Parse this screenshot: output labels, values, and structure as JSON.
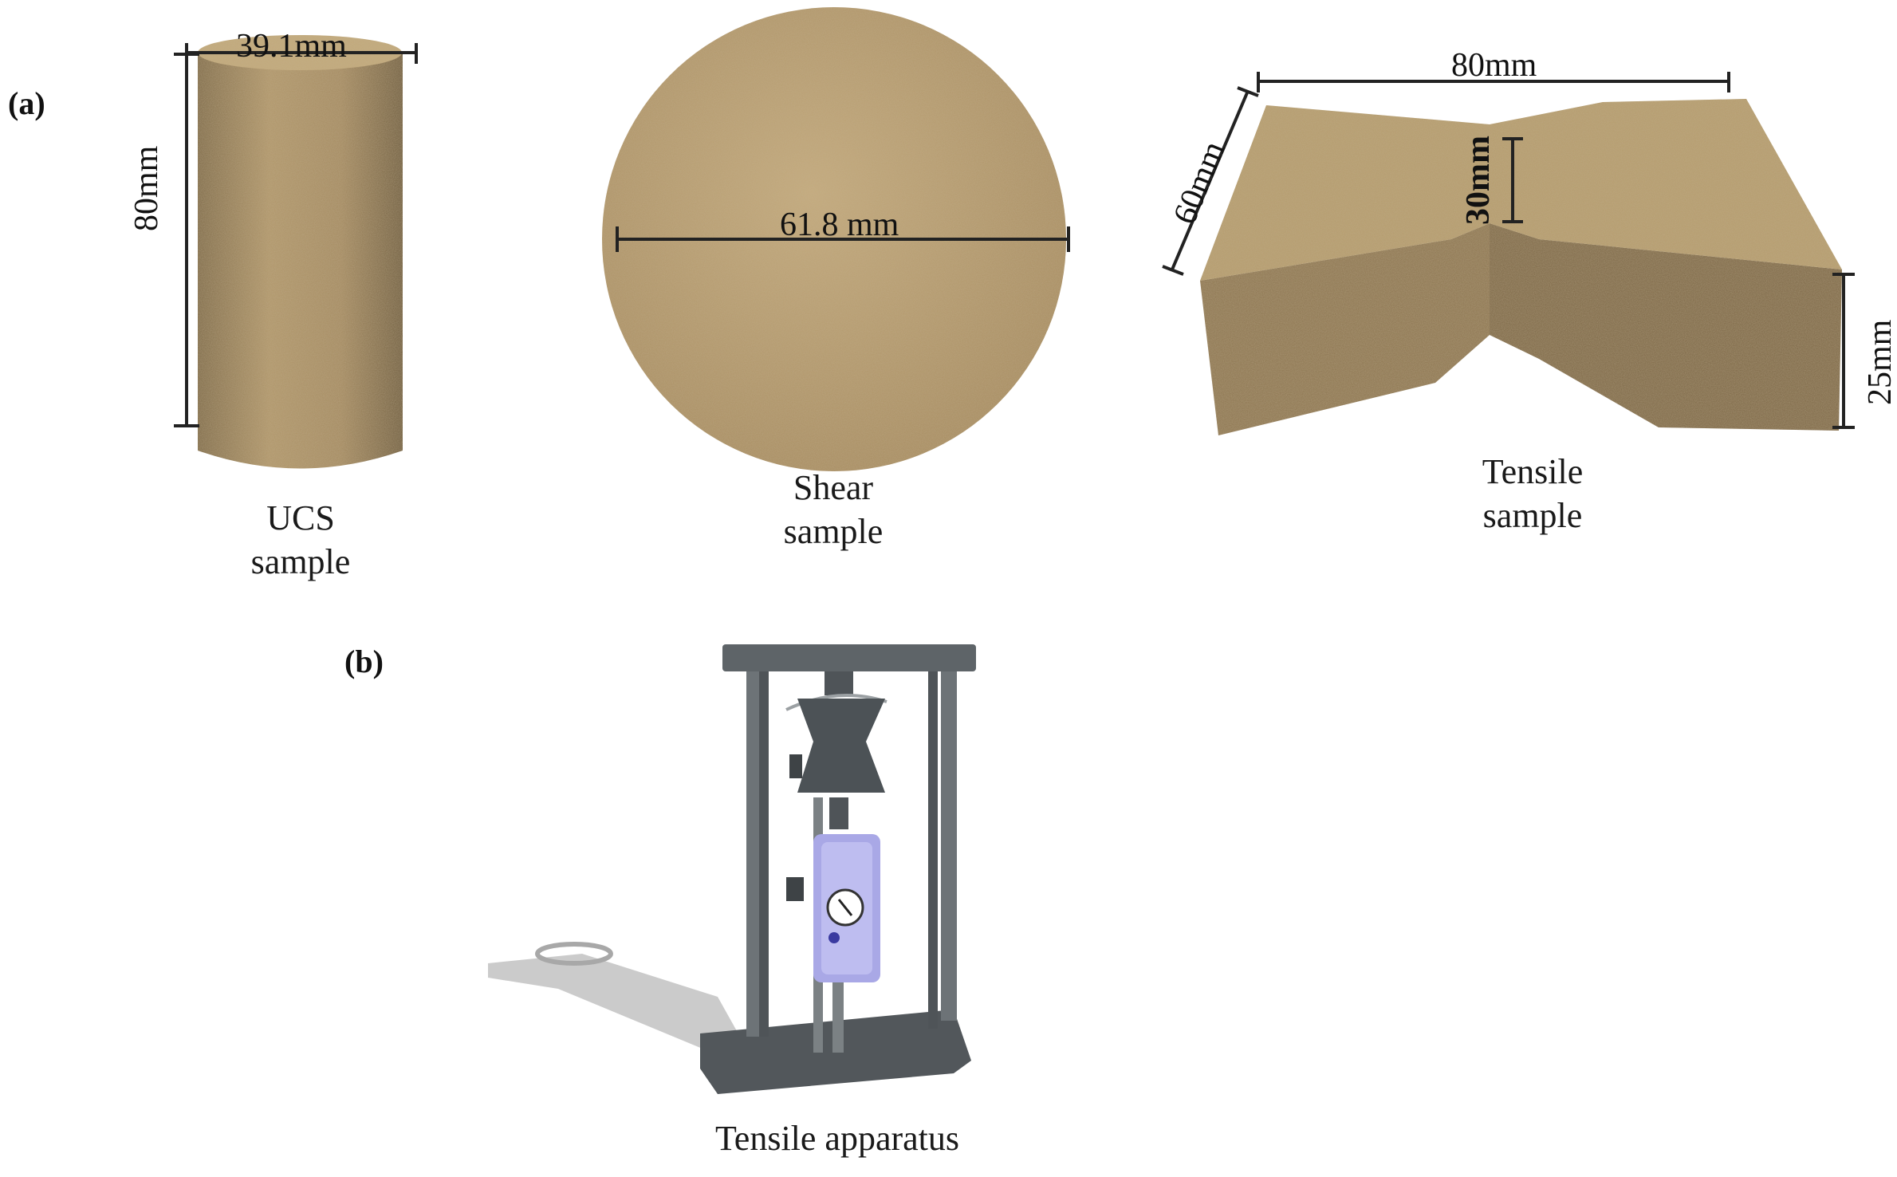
{
  "panels": {
    "a": "(a)",
    "b": "(b)"
  },
  "samples": {
    "ucs": {
      "caption_line1": "UCS",
      "caption_line2": "sample",
      "diameter": "39.1mm",
      "height": "80mm"
    },
    "shear": {
      "caption_line1": "Shear",
      "caption_line2": "sample",
      "diameter": "61.8 mm"
    },
    "tensile": {
      "caption_line1": "Tensile",
      "caption_line2": "sample",
      "length": "80mm",
      "width": "60mm",
      "neck": "30mm",
      "thickness": "25mm"
    }
  },
  "apparatus": {
    "caption": "Tensile apparatus"
  },
  "colors": {
    "sand": "#b39a6c",
    "sand_dark": "#8c7550",
    "frame": "#5e6468",
    "gauge": "#a9a8e6",
    "shadow": "#9a9a9a"
  }
}
